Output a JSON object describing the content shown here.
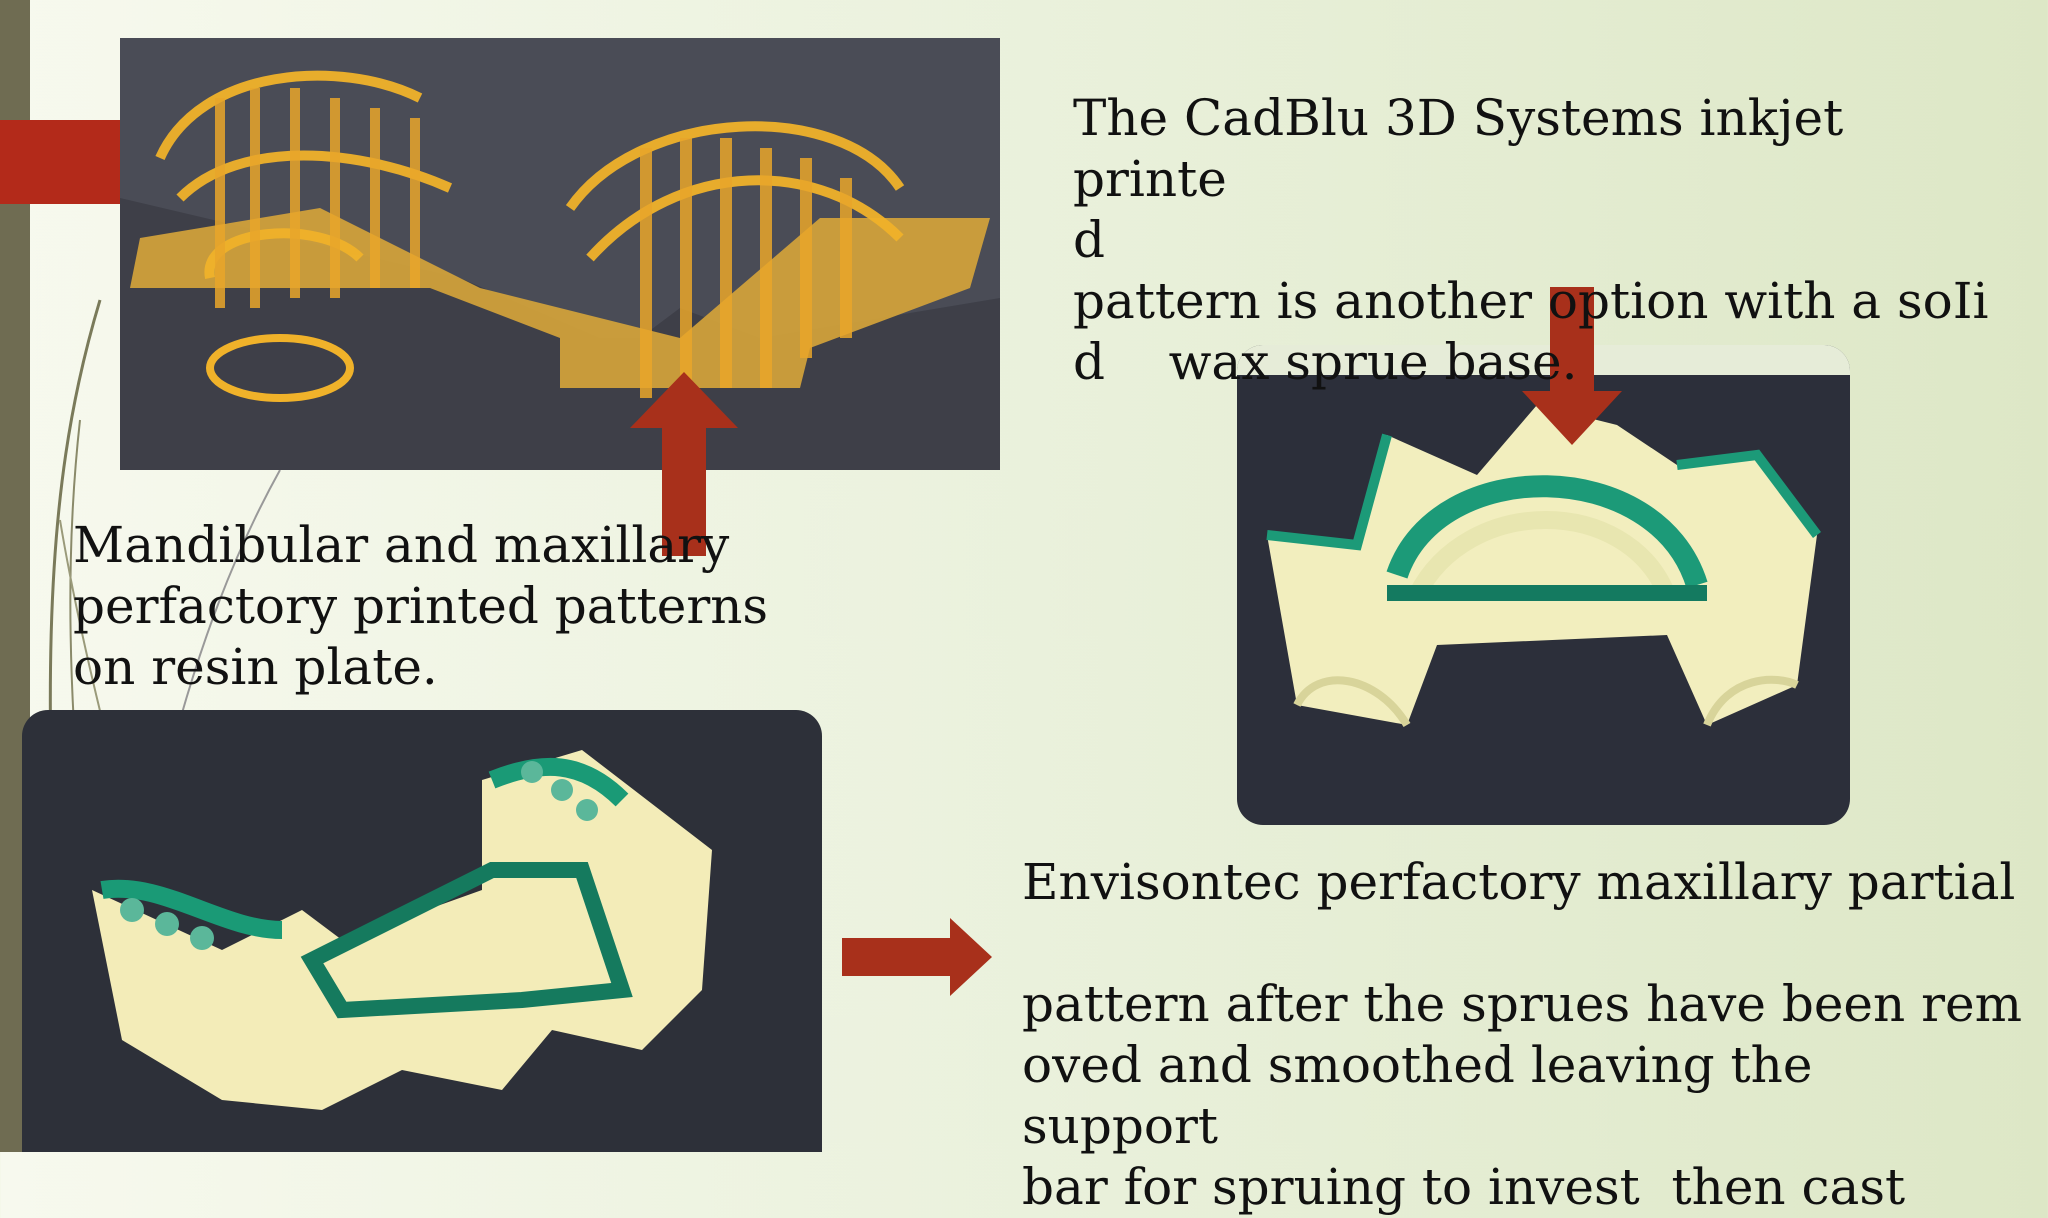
{
  "slide": {
    "text_top_right": "The CadBlu 3D Systems inkjet printe\nd\npattern is another option with a soIi\nd    wax sprue base.",
    "text_mid_left": "Mandibular and maxillary\nperfactory printed patterns\non resin plate.",
    "text_bottom_right": "Envisontec perfactory maxillary partial\n\npattern after the sprues have been rem\noved and smoothed leaving the support\nbar for spruing to invest  then cast"
  },
  "colors": {
    "arrow": "#a8301b",
    "accent": "#b32a1a",
    "sidebar": "#6f6c52"
  }
}
